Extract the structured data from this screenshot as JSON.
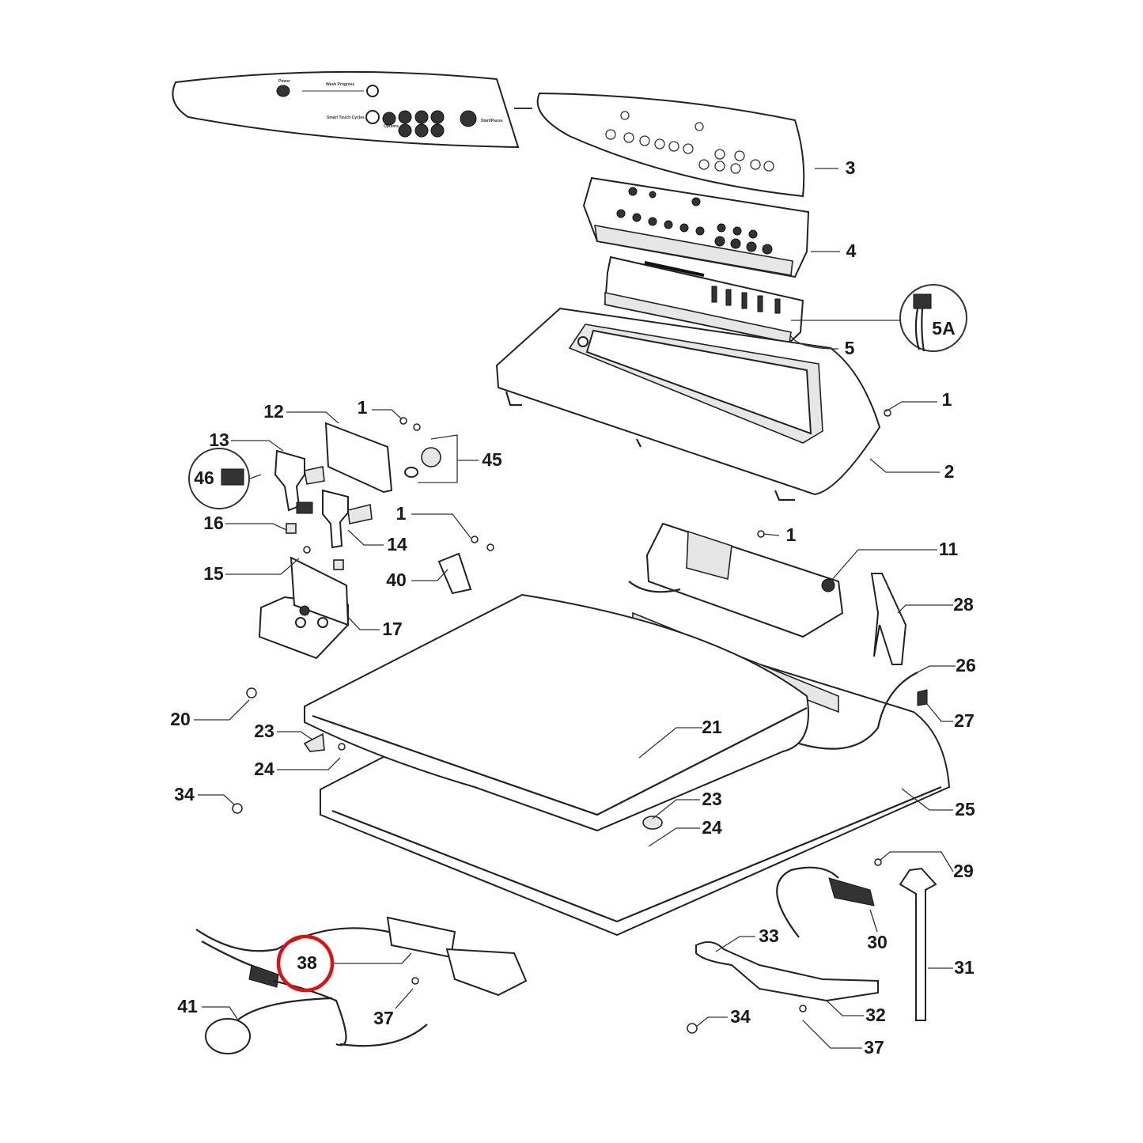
{
  "diagram": {
    "type": "exploded-parts-diagram",
    "highlight_color": "#e01010",
    "highlighted_part": "38",
    "panel_overlay_text": [
      "Power",
      "Wash Progress",
      "Smart Touch Cycles",
      "Options",
      "Start/Pause"
    ],
    "callouts": [
      "3",
      "4",
      "5",
      "5A",
      "1",
      "2",
      "12",
      "1",
      "13",
      "46",
      "45",
      "16",
      "14",
      "1",
      "15",
      "40",
      "17",
      "1",
      "11",
      "28",
      "26",
      "27",
      "20",
      "23",
      "24",
      "21",
      "34",
      "23",
      "24",
      "25",
      "29",
      "30",
      "33",
      "31",
      "38",
      "37",
      "41",
      "34",
      "32",
      "37"
    ]
  }
}
